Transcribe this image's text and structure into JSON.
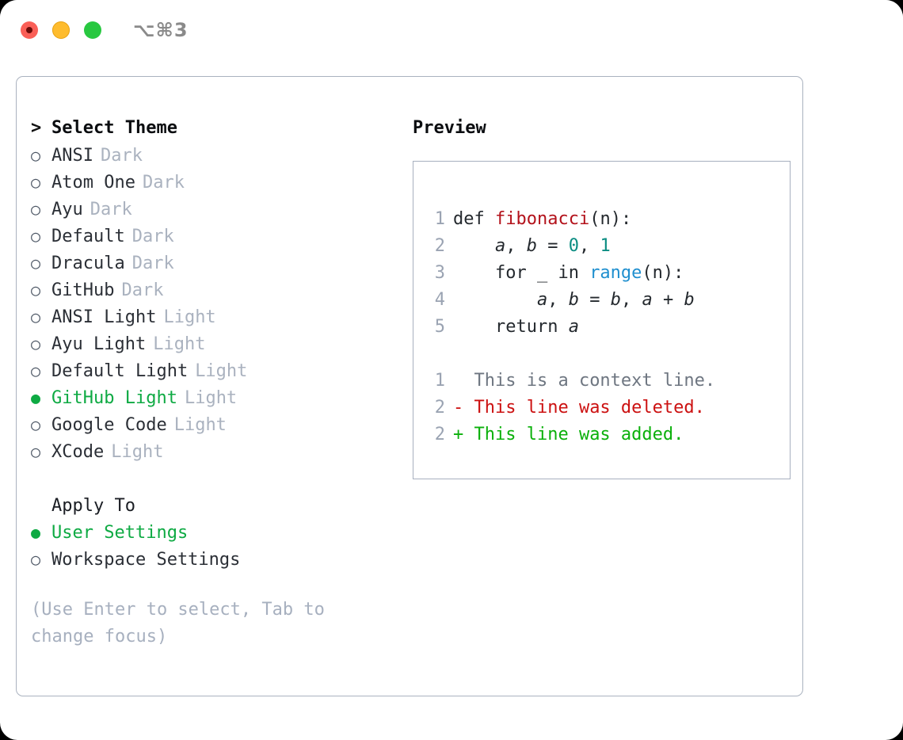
{
  "titlebar": {
    "shortcut": "⌥⌘3",
    "lights": [
      {
        "name": "close",
        "color": "#fa5f57"
      },
      {
        "name": "minimize",
        "color": "#febc2e"
      },
      {
        "name": "maximize",
        "color": "#28c840"
      }
    ]
  },
  "left": {
    "header": {
      "caret": ">",
      "label": "Select Theme"
    },
    "themes": [
      {
        "marker": "○",
        "name": "ANSI",
        "variant": "Dark",
        "selected": false
      },
      {
        "marker": "○",
        "name": "Atom One",
        "variant": "Dark",
        "selected": false
      },
      {
        "marker": "○",
        "name": "Ayu",
        "variant": "Dark",
        "selected": false
      },
      {
        "marker": "○",
        "name": "Default",
        "variant": "Dark",
        "selected": false
      },
      {
        "marker": "○",
        "name": "Dracula",
        "variant": "Dark",
        "selected": false
      },
      {
        "marker": "○",
        "name": "GitHub",
        "variant": "Dark",
        "selected": false
      },
      {
        "marker": "○",
        "name": "ANSI Light",
        "variant": "Light",
        "selected": false
      },
      {
        "marker": "○",
        "name": "Ayu Light",
        "variant": "Light",
        "selected": false
      },
      {
        "marker": "○",
        "name": "Default Light",
        "variant": "Light",
        "selected": false
      },
      {
        "marker": "●",
        "name": "GitHub Light",
        "variant": "Light",
        "selected": true
      },
      {
        "marker": "○",
        "name": "Google Code",
        "variant": "Light",
        "selected": false
      },
      {
        "marker": "○",
        "name": "XCode",
        "variant": "Light",
        "selected": false
      }
    ],
    "apply_to": {
      "label": "Apply To",
      "options": [
        {
          "marker": "●",
          "name": "User Settings",
          "selected": true
        },
        {
          "marker": "○",
          "name": "Workspace Settings",
          "selected": false
        }
      ]
    },
    "hint": "(Use Enter to select, Tab to change focus)"
  },
  "right": {
    "title": "Preview",
    "code_lines": [
      {
        "no": "1",
        "tokens": [
          {
            "t": "def ",
            "c": "kw"
          },
          {
            "t": "fibonacci",
            "c": "fn"
          },
          {
            "t": "(n):",
            "c": "plain"
          }
        ]
      },
      {
        "no": "2",
        "tokens": [
          {
            "t": "    ",
            "c": "plain"
          },
          {
            "t": "a",
            "c": "var"
          },
          {
            "t": ", ",
            "c": "plain"
          },
          {
            "t": "b",
            "c": "var"
          },
          {
            "t": " = ",
            "c": "plain"
          },
          {
            "t": "0",
            "c": "num"
          },
          {
            "t": ", ",
            "c": "plain"
          },
          {
            "t": "1",
            "c": "num"
          }
        ]
      },
      {
        "no": "3",
        "tokens": [
          {
            "t": "    for _ in ",
            "c": "kw"
          },
          {
            "t": "range",
            "c": "call"
          },
          {
            "t": "(n):",
            "c": "plain"
          }
        ]
      },
      {
        "no": "4",
        "tokens": [
          {
            "t": "        ",
            "c": "plain"
          },
          {
            "t": "a",
            "c": "var"
          },
          {
            "t": ", ",
            "c": "plain"
          },
          {
            "t": "b",
            "c": "var"
          },
          {
            "t": " = ",
            "c": "plain"
          },
          {
            "t": "b",
            "c": "var"
          },
          {
            "t": ", ",
            "c": "plain"
          },
          {
            "t": "a",
            "c": "var"
          },
          {
            "t": " + ",
            "c": "plain"
          },
          {
            "t": "b",
            "c": "var"
          }
        ]
      },
      {
        "no": "5",
        "tokens": [
          {
            "t": "    return ",
            "c": "kw"
          },
          {
            "t": "a",
            "c": "var"
          }
        ]
      }
    ],
    "diff_lines": [
      {
        "no": "1",
        "sign": " ",
        "text": " This is a context line.",
        "kind": "ctx"
      },
      {
        "no": "2",
        "sign": "-",
        "text": " This line was deleted.",
        "kind": "del"
      },
      {
        "no": "2",
        "sign": "+",
        "text": " This line was added.",
        "kind": "add"
      }
    ]
  },
  "colors": {
    "accent_green": "#0eaa43",
    "muted": "#aab2bf",
    "border": "#a7b0bf",
    "code_fn": "#b3121b",
    "code_num": "#0b8d82",
    "code_call": "#1f8fcf",
    "diff_add": "#0bb00b",
    "diff_del": "#cc1111"
  }
}
